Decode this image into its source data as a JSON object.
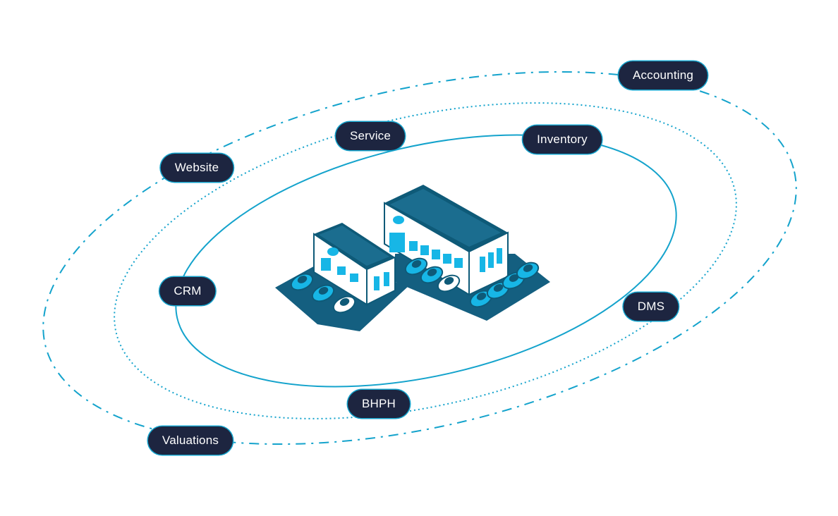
{
  "colors": {
    "ring": "#14a3cc",
    "pill_bg": "#1d2540",
    "pill_text": "#ffffff",
    "building_dark": "#0e5a78",
    "building_roof": "#1b6d8f",
    "car": "#17b6e6",
    "lot": "#145f80"
  },
  "rings": {
    "inner_style": "solid",
    "middle_style": "dotted",
    "outer_style": "dash-dot"
  },
  "labels": {
    "accounting": "Accounting",
    "service": "Service",
    "inventory": "Inventory",
    "website": "Website",
    "crm": "CRM",
    "dms": "DMS",
    "bhph": "BHPH",
    "valuations": "Valuations"
  },
  "center_icon": "dealership-buildings-with-parked-cars"
}
